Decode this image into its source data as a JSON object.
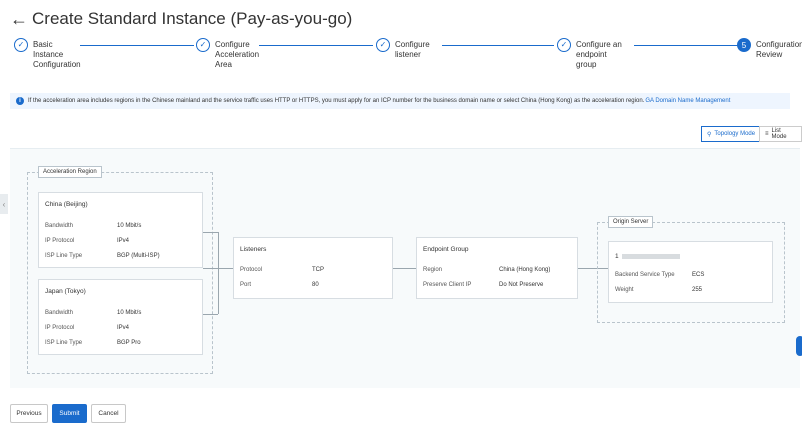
{
  "header": {
    "back_label": "←",
    "title": "Create Standard Instance (Pay-as-you-go)"
  },
  "steps": [
    {
      "label1": "Basic",
      "label2": "Instance",
      "label3": "Configuration",
      "state": "done"
    },
    {
      "label1": "Configure",
      "label2": "Acceleration",
      "label3": "Area",
      "state": "done"
    },
    {
      "label1": "Configure",
      "label2": "listener",
      "label3": "",
      "state": "done"
    },
    {
      "label1": "Configure an",
      "label2": "endpoint",
      "label3": "group",
      "state": "done"
    },
    {
      "label1": "Configuration",
      "label2": "Review",
      "label3": "",
      "state": "active",
      "number": "5"
    }
  ],
  "banner": {
    "text": "If the acceleration area includes regions in the Chinese mainland and the service traffic uses HTTP or HTTPS, you must apply for an ICP number for the business domain name or select China (Hong Kong) as the acceleration region.",
    "link": "GA Domain Name Management"
  },
  "modes": {
    "topology": "Topology Mode",
    "list": "List Mode"
  },
  "acceleration_region": {
    "title": "Acceleration Region",
    "regions": [
      {
        "name": "China (Beijing)",
        "bandwidth_label": "Bandwidth",
        "bandwidth": "10 Mbit/s",
        "protocol_label": "IP Protocol",
        "protocol": "IPv4",
        "isp_label": "ISP Line Type",
        "isp": "BGP (Multi-ISP)"
      },
      {
        "name": "Japan (Tokyo)",
        "bandwidth_label": "Bandwidth",
        "bandwidth": "10 Mbit/s",
        "protocol_label": "IP Protocol",
        "protocol": "IPv4",
        "isp_label": "ISP Line Type",
        "isp": "BGP Pro"
      }
    ]
  },
  "listeners": {
    "title": "Listeners",
    "protocol_label": "Protocol",
    "protocol": "TCP",
    "port_label": "Port",
    "port": "80"
  },
  "endpoint_group": {
    "title": "Endpoint Group",
    "region_label": "Region",
    "region": "China (Hong Kong)",
    "preserve_label": "Preserve Client IP",
    "preserve": "Do Not Preserve"
  },
  "origin_server": {
    "title": "Origin Server",
    "address": "1",
    "backend_label": "Backend Service Type",
    "backend": "ECS",
    "weight_label": "Weight",
    "weight": "255"
  },
  "footer": {
    "previous": "Previous",
    "submit": "Submit",
    "cancel": "Cancel"
  }
}
